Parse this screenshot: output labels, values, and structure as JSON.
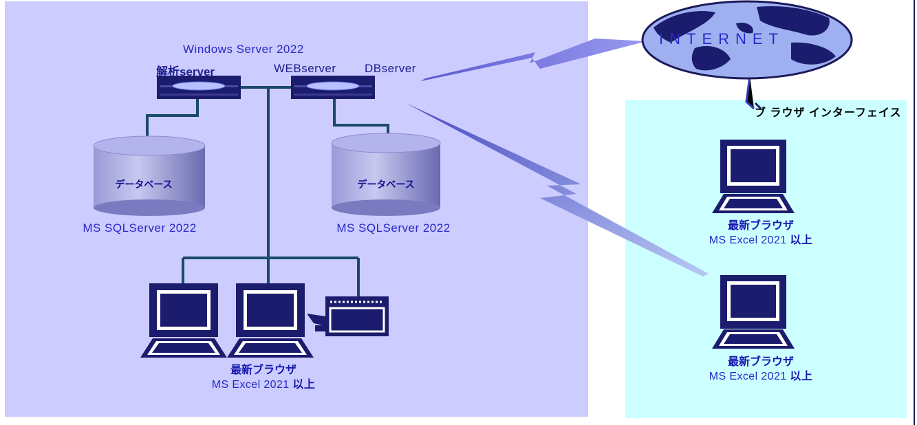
{
  "server": {
    "os": "Windows Server 2022",
    "analysis": "解析server",
    "web": "WEBserver",
    "db": "DBserver"
  },
  "databases": [
    {
      "label": "データベース",
      "product": "MS SQLServer 2022"
    },
    {
      "label": "データベース",
      "product": "MS SQLServer 2022"
    }
  ],
  "internet": {
    "label": "INTERNET"
  },
  "remote": {
    "interface_label": "ブ ラウザ インターフェイス"
  },
  "clients": {
    "browser": "最新ブラウザ",
    "excel": "MS Excel 2021",
    "min_suffix": "以上"
  },
  "colors": {
    "lan_bg": "#ccccff",
    "remote_bg": "#ccffff",
    "device": "#1c1c6e",
    "network_line": "#1a4a6a",
    "text": "#2828c8"
  }
}
